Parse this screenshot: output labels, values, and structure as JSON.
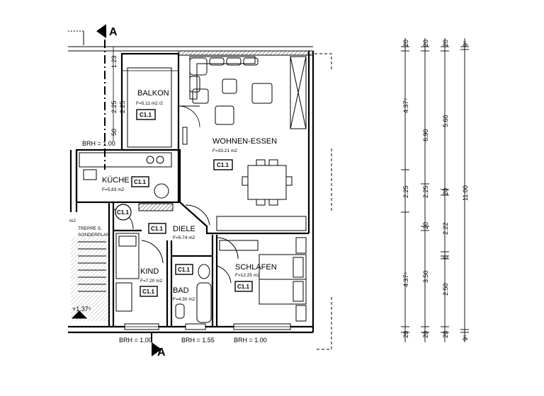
{
  "section_marker": "A",
  "rooms": {
    "balkon": {
      "name": "BALKON",
      "area": "F=5.11 m2 /2",
      "code": "C1.1"
    },
    "wohnen": {
      "name": "WOHNEN-ESSEN",
      "area": "F=33.21 m2",
      "code": "C1.1"
    },
    "kueche": {
      "name": "KÜCHE",
      "area": "F=5.83 m2",
      "code": "C1.1"
    },
    "diele": {
      "name": "DIELE",
      "area": "F=5.74 m2",
      "code": "C1.1"
    },
    "kind": {
      "name": "KIND",
      "area": "F=7.20 m2",
      "code": "C1.1"
    },
    "bad": {
      "name": "BAD",
      "area": "F=4.30 m2",
      "code": "C1.1"
    },
    "schlafen": {
      "name": "SCHLAFEN",
      "area": "F=12.25 m2",
      "code": "C1.1"
    }
  },
  "misc_codes": {
    "stair_circle": "C1.1",
    "bad_small": "C1.1"
  },
  "treppe": {
    "line1": "TREPPE S.",
    "line2": "SONDERPLAN",
    "m2": "m2",
    "level": "+1.37⁵"
  },
  "brh": {
    "top_left": "BRH = 1.00",
    "bottom_1": "BRH = 1.00",
    "bottom_2": "BRH = 1.55",
    "bottom_3": "BRH = 1.00"
  },
  "left_dims": [
    "1.23",
    "2.25",
    "2.25",
    "50"
  ],
  "right_dims": {
    "col1": [
      "20",
      "4.37⁵",
      "2.25",
      "4.37⁵",
      "20"
    ],
    "col2": [
      "20",
      "6.90",
      "2.25",
      "20",
      "3.50",
      "20"
    ],
    "col3": [
      "20",
      "5.60",
      "20",
      "2.22",
      "8",
      "2.50",
      "20"
    ],
    "col4": [
      "9⁵",
      "11.00",
      "9⁵"
    ]
  }
}
